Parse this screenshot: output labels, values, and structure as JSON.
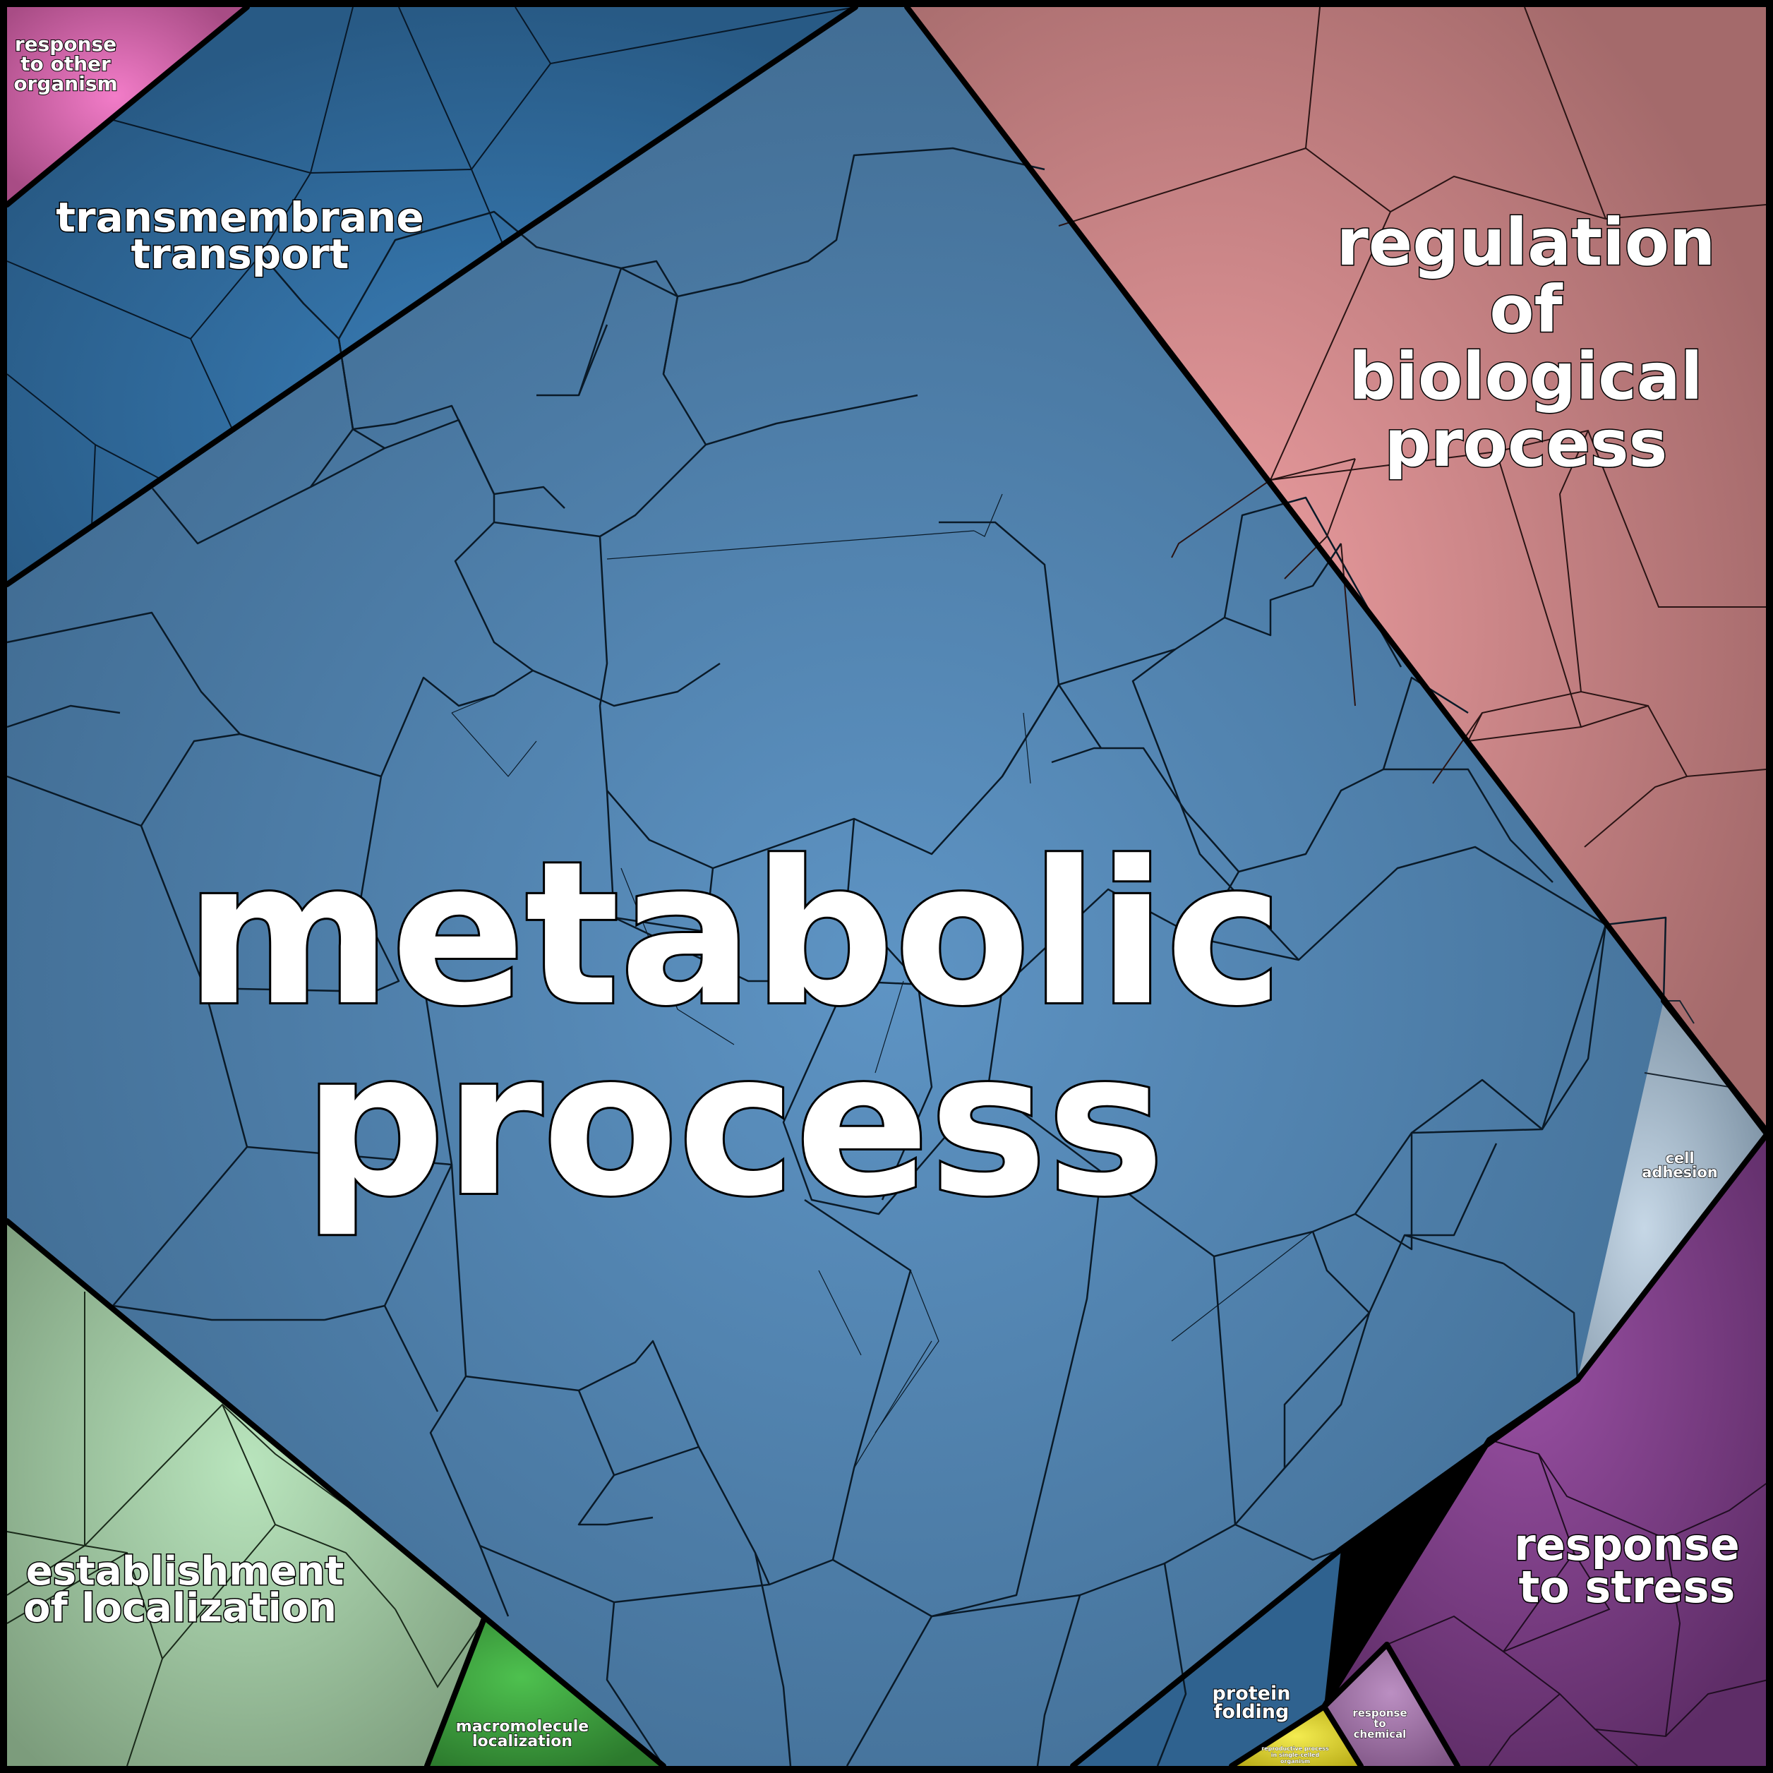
{
  "colors": {
    "metabolic": "#4a78a2",
    "transport": "#2f6493",
    "regulation": "#cf8a8c",
    "other_organism": "#c0589a",
    "localization": "#9dbf9a",
    "macromolecule": "#3b9b3d",
    "stress": "#7b3b7f",
    "adhesion": "#9aaebe",
    "protein_folding": "#2f628f",
    "chemical": "#a277a8",
    "reproductive": "#e0d21e",
    "border": "#000000",
    "label": "#ffffff"
  },
  "regions": {
    "metabolic": {
      "label_line1": "metabolic",
      "label_line2": "process"
    },
    "transport": {
      "label_line1": "transmembrane",
      "label_line2": "transport"
    },
    "regulation": {
      "label_line1": "regulation",
      "label_line2": "of",
      "label_line3": "biological",
      "label_line4": "process"
    },
    "other_organism": {
      "label_line1": "response",
      "label_line2": "to other",
      "label_line3": "organism"
    },
    "localization": {
      "label_line1": "establishment",
      "label_line2": "of localization"
    },
    "macromolecule": {
      "label_line1": "macromolecule",
      "label_line2": "localization"
    },
    "stress": {
      "label_line1": "response",
      "label_line2": "to stress"
    },
    "adhesion": {
      "label_line1": "cell",
      "label_line2": "adhesion"
    },
    "protein_folding": {
      "label_line1": "protein",
      "label_line2": "folding"
    },
    "chemical": {
      "label_line1": "response",
      "label_line2": "to",
      "label_line3": "chemical"
    },
    "reproductive": {
      "label_line1": "reproductive process",
      "label_line2": "in single-celled",
      "label_line3": "organism"
    }
  }
}
